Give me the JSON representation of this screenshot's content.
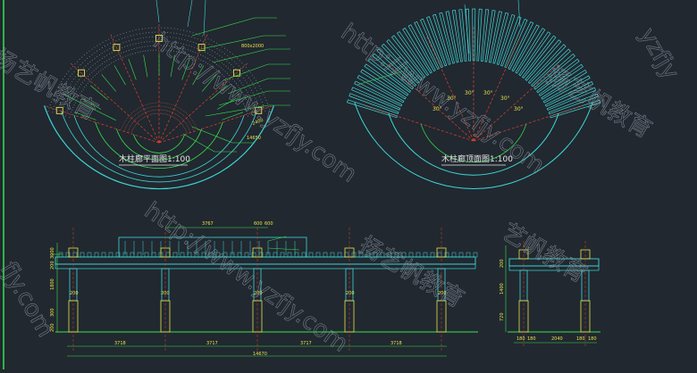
{
  "drawing": {
    "plan_title": "木柱廊平面图1:100",
    "top_plan_title": "木柱廊顶面图1:100",
    "watermarks": [
      "http://www.yzfjy.com",
      "http://www.yzfjy.com",
      "http://www.yzfjy.com",
      "yzfjy",
      "扬艺帆教育",
      "扬艺帆教育",
      "扬艺帆教育",
      "fjy.com",
      "艺帆教育"
    ],
    "plan_dims": [
      "2400",
      "14650",
      "800x2000"
    ],
    "angles": [
      "30°",
      "30°",
      "30°",
      "30°",
      "30°",
      "30°"
    ],
    "elev_top_dims": [
      "3767",
      "600",
      "600"
    ],
    "elev_bottom_dims": [
      "3718",
      "3717",
      "3717",
      "3718",
      "14670"
    ],
    "elev_side_dims": [
      "3000",
      "200",
      "1800",
      "300",
      "200"
    ],
    "elev_col_dims": [
      "200",
      "200",
      "200",
      "200",
      "200"
    ],
    "side_bottom_dims": [
      "180",
      "180",
      "2040",
      "180",
      "180"
    ],
    "side_left_dims": [
      "1400",
      "200",
      "720"
    ],
    "colors": {
      "bg": "#212830",
      "cyan": "#3fd7d7",
      "green": "#37e24a",
      "yellow": "#e8e04a",
      "red": "#e0402c",
      "white": "#e6e6e6"
    }
  }
}
